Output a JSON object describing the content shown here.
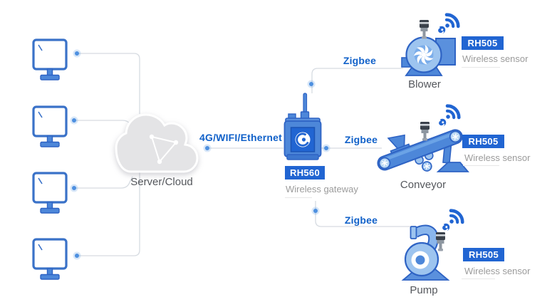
{
  "diagram": {
    "cloud_label": "Server/Cloud",
    "wan_link_label": "4G/WIFI/Ethernet",
    "zigbee_link_label": "Zigbee",
    "workstation_count": 4,
    "gateway": {
      "model": "RH560",
      "caption": "Wireless gateway"
    },
    "sensor": {
      "model": "RH505",
      "caption": "Wireless sensor"
    },
    "machines": [
      {
        "label": "Blower"
      },
      {
        "label": "Conveyor"
      },
      {
        "label": "Pump"
      }
    ],
    "icons": [
      "workstation-icon",
      "cloud-icon",
      "gateway-icon",
      "blower-icon",
      "conveyor-icon",
      "pump-icon",
      "wifi-signal-icon",
      "sensor-probe-icon",
      "brand-logo-icon",
      "connection-dot"
    ],
    "colors": {
      "link_text": "#1161c9",
      "badge_bg": "#2165d2",
      "device_fill": "#4d87d9",
      "device_fill_light": "#9dc4ef",
      "device_outline": "#2e63c4",
      "line": "#d6dbe1",
      "node_dot": "#4e90e0",
      "label_dark": "#54575c",
      "caption_gray": "#9b9b9b",
      "cloud_fill": "#e4e4e6"
    }
  }
}
